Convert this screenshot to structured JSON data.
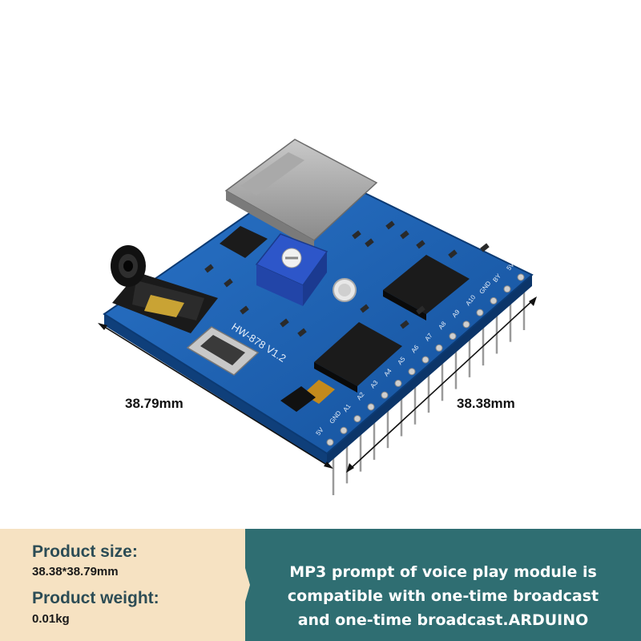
{
  "dimensions": {
    "length_label": "38.79mm",
    "width_label": "38.38mm"
  },
  "board": {
    "model_silk": "HW-878 V1.2",
    "pin_silk": [
      "5V",
      "GND",
      "A1",
      "A2",
      "A3",
      "A4",
      "A5",
      "A6",
      "A7",
      "A8",
      "A9",
      "A10",
      "GND",
      "BY",
      "5V"
    ]
  },
  "specs": {
    "size_label": "Product size:",
    "size_value": "38.38*38.79mm",
    "weight_label": "Product weight:",
    "weight_value": "0.01kg"
  },
  "description": {
    "lines": [
      "MP3 prompt of voice play module is",
      "compatible with one-time broadcast",
      "and one-time broadcast.ARDUINO"
    ]
  },
  "colors": {
    "pcb": "#1d62b8",
    "panel_left": "#f6e2c2",
    "panel_right": "#2f6e72"
  }
}
